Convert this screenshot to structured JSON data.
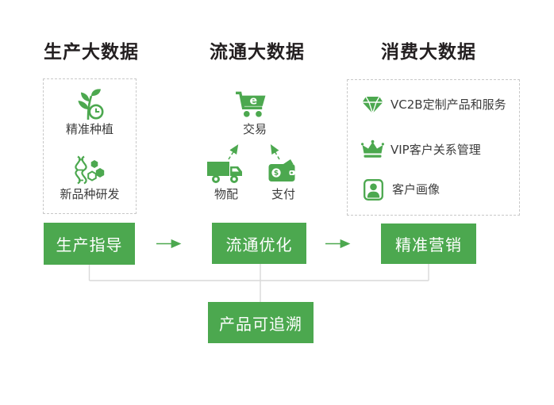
{
  "colors": {
    "green": "#4CA84F",
    "title": "#231F20",
    "label": "#3C3C3C",
    "button_text": "#FFFFFF",
    "connector_line": "#D9D9D9",
    "dashed_border": "#C8C8C8",
    "background": "#FFFFFF"
  },
  "columns": [
    {
      "title": "生产大数据",
      "items": [
        {
          "icon": "plant-clock-icon",
          "label": "精准种植"
        },
        {
          "icon": "dna-hexagon-icon",
          "label": "新品种研发"
        }
      ],
      "button": {
        "label": "生产指导"
      }
    },
    {
      "title": "流通大数据",
      "flow": {
        "top": {
          "icon": "shopping-cart-icon",
          "label": "交易",
          "cart_letter": "e"
        },
        "sources": [
          {
            "icon": "truck-icon",
            "label": "物配"
          },
          {
            "icon": "wallet-icon",
            "label": "支付",
            "wallet_symbol": "$"
          }
        ]
      },
      "button": {
        "label": "流通优化"
      }
    },
    {
      "title": "消费大数据",
      "items": [
        {
          "icon": "diamond-icon",
          "label": "VC2B定制产品和服务"
        },
        {
          "icon": "crown-icon",
          "label": "VIP客户关系管理"
        },
        {
          "icon": "user-card-icon",
          "label": "客户画像"
        }
      ],
      "button": {
        "label": "精准营销"
      }
    }
  ],
  "bottom": {
    "button": {
      "label": "产品可追溯"
    }
  }
}
